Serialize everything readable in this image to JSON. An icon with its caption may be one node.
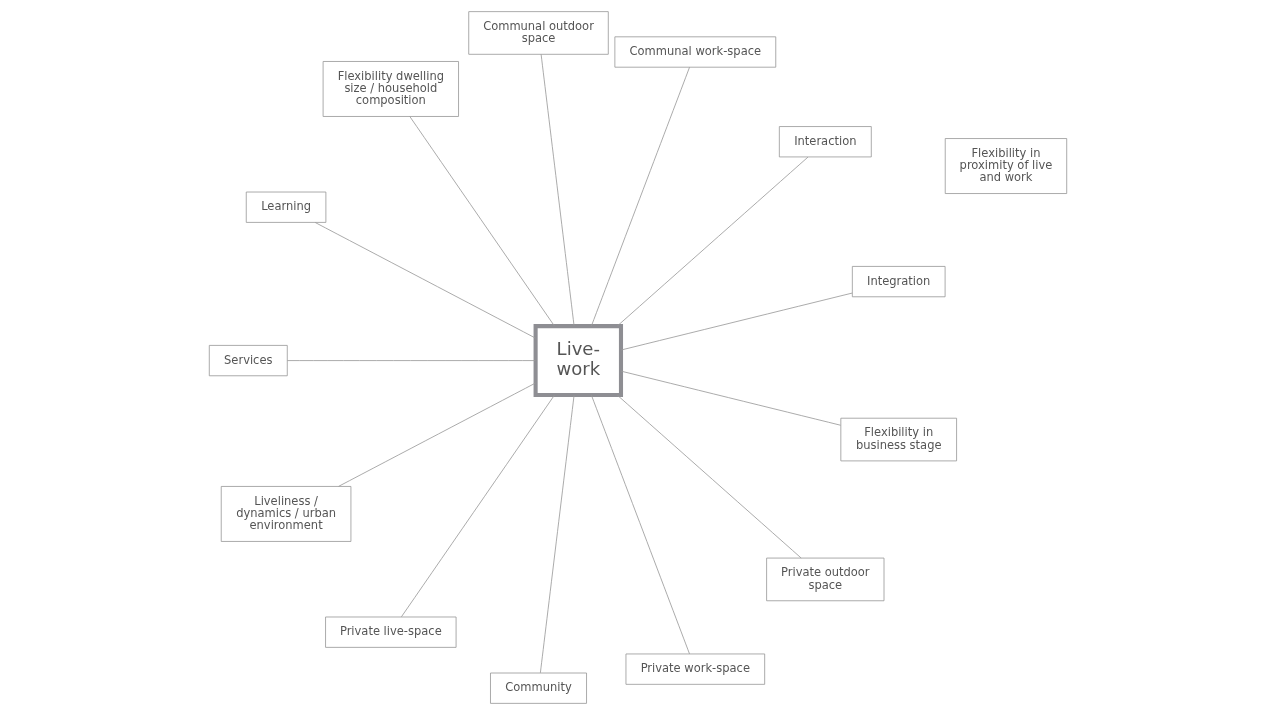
{
  "diagram": {
    "nodes": [
      {
        "text": [
          "Private live-space"
        ]
      },
      {
        "text": [
          "Community"
        ]
      },
      {
        "text": [
          "Private work-space"
        ]
      },
      {
        "text": [
          "Integration"
        ]
      },
      {
        "text": [
          "Live-work"
        ]
      },
      {
        "text": [
          "Private outdoor space"
        ]
      },
      {
        "text": [
          "Flexibility in business stage"
        ]
      },
      {
        "text": [
          "Interaction"
        ]
      },
      {
        "text": [
          "Communal work-space"
        ]
      },
      {
        "text": [
          "Communal outdoor space"
        ]
      },
      {
        "text": [
          "Flexibility dwelling size / household composition"
        ]
      },
      {
        "text": [
          "Flexibility in proximity of live and work"
        ]
      },
      {
        "text": [
          "Learning"
        ]
      },
      {
        "text": [
          "Services"
        ]
      },
      {
        "text": [
          "Liveliness / dynamics / urban environment"
        ]
      }
    ],
    "edges": [
      {
        "from": 0,
        "to": 4,
        "arrow": "none"
      },
      {
        "from": 2,
        "to": 4,
        "arrow": "none"
      },
      {
        "from": 5,
        "to": 4,
        "arrow": "none"
      },
      {
        "from": 1,
        "to": 4,
        "arrow": "none"
      },
      {
        "from": 4,
        "to": 3,
        "arrow": "none"
      },
      {
        "from": 4,
        "to": 7,
        "arrow": "none"
      },
      {
        "from": 6,
        "to": 4,
        "arrow": "none"
      },
      {
        "from": 4,
        "to": 8,
        "arrow": "none"
      },
      {
        "from": 4,
        "to": 9,
        "arrow": "none"
      },
      {
        "from": 4,
        "to": 10,
        "arrow": "none"
      },
      {
        "from": 4,
        "to": 12,
        "arrow": "none"
      },
      {
        "from": 4,
        "to": 13,
        "arrow": "none"
      },
      {
        "from": 4,
        "to": 14,
        "arrow": "none"
      }
    ]
  }
}
